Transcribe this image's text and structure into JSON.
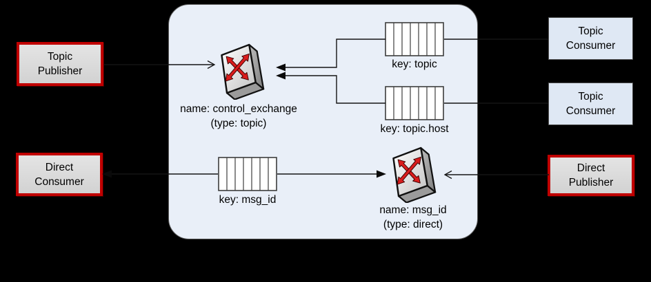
{
  "nodes": {
    "topic_publisher": {
      "line1": "Topic",
      "line2": "Publisher"
    },
    "direct_consumer": {
      "line1": "Direct",
      "line2": "Consumer"
    },
    "topic_consumer_1": {
      "line1": "Topic",
      "line2": "Consumer"
    },
    "topic_consumer_2": {
      "line1": "Topic",
      "line2": "Consumer"
    },
    "direct_publisher": {
      "line1": "Direct",
      "line2": "Publisher"
    },
    "control_exchange": {
      "name": "name: control_exchange",
      "type": "(type: topic)"
    },
    "msg_id_exchange": {
      "name": "name: msg_id",
      "type": "(type: direct)"
    },
    "queue_topic": {
      "label": "key: topic"
    },
    "queue_topic_host": {
      "label": "key: topic.host"
    },
    "queue_msg_id": {
      "label": "key: msg_id"
    }
  },
  "colors": {
    "background": "#000000",
    "broker_fill": "#e9eff8",
    "broker_border": "#5f5f5f",
    "consumer_box_fill": "#dfe8f4",
    "publisher_box_fill": "#d9d9d9",
    "publisher_box_border": "#c00000",
    "exchange_arrow": "#d91c1c",
    "connector": "#141414"
  }
}
